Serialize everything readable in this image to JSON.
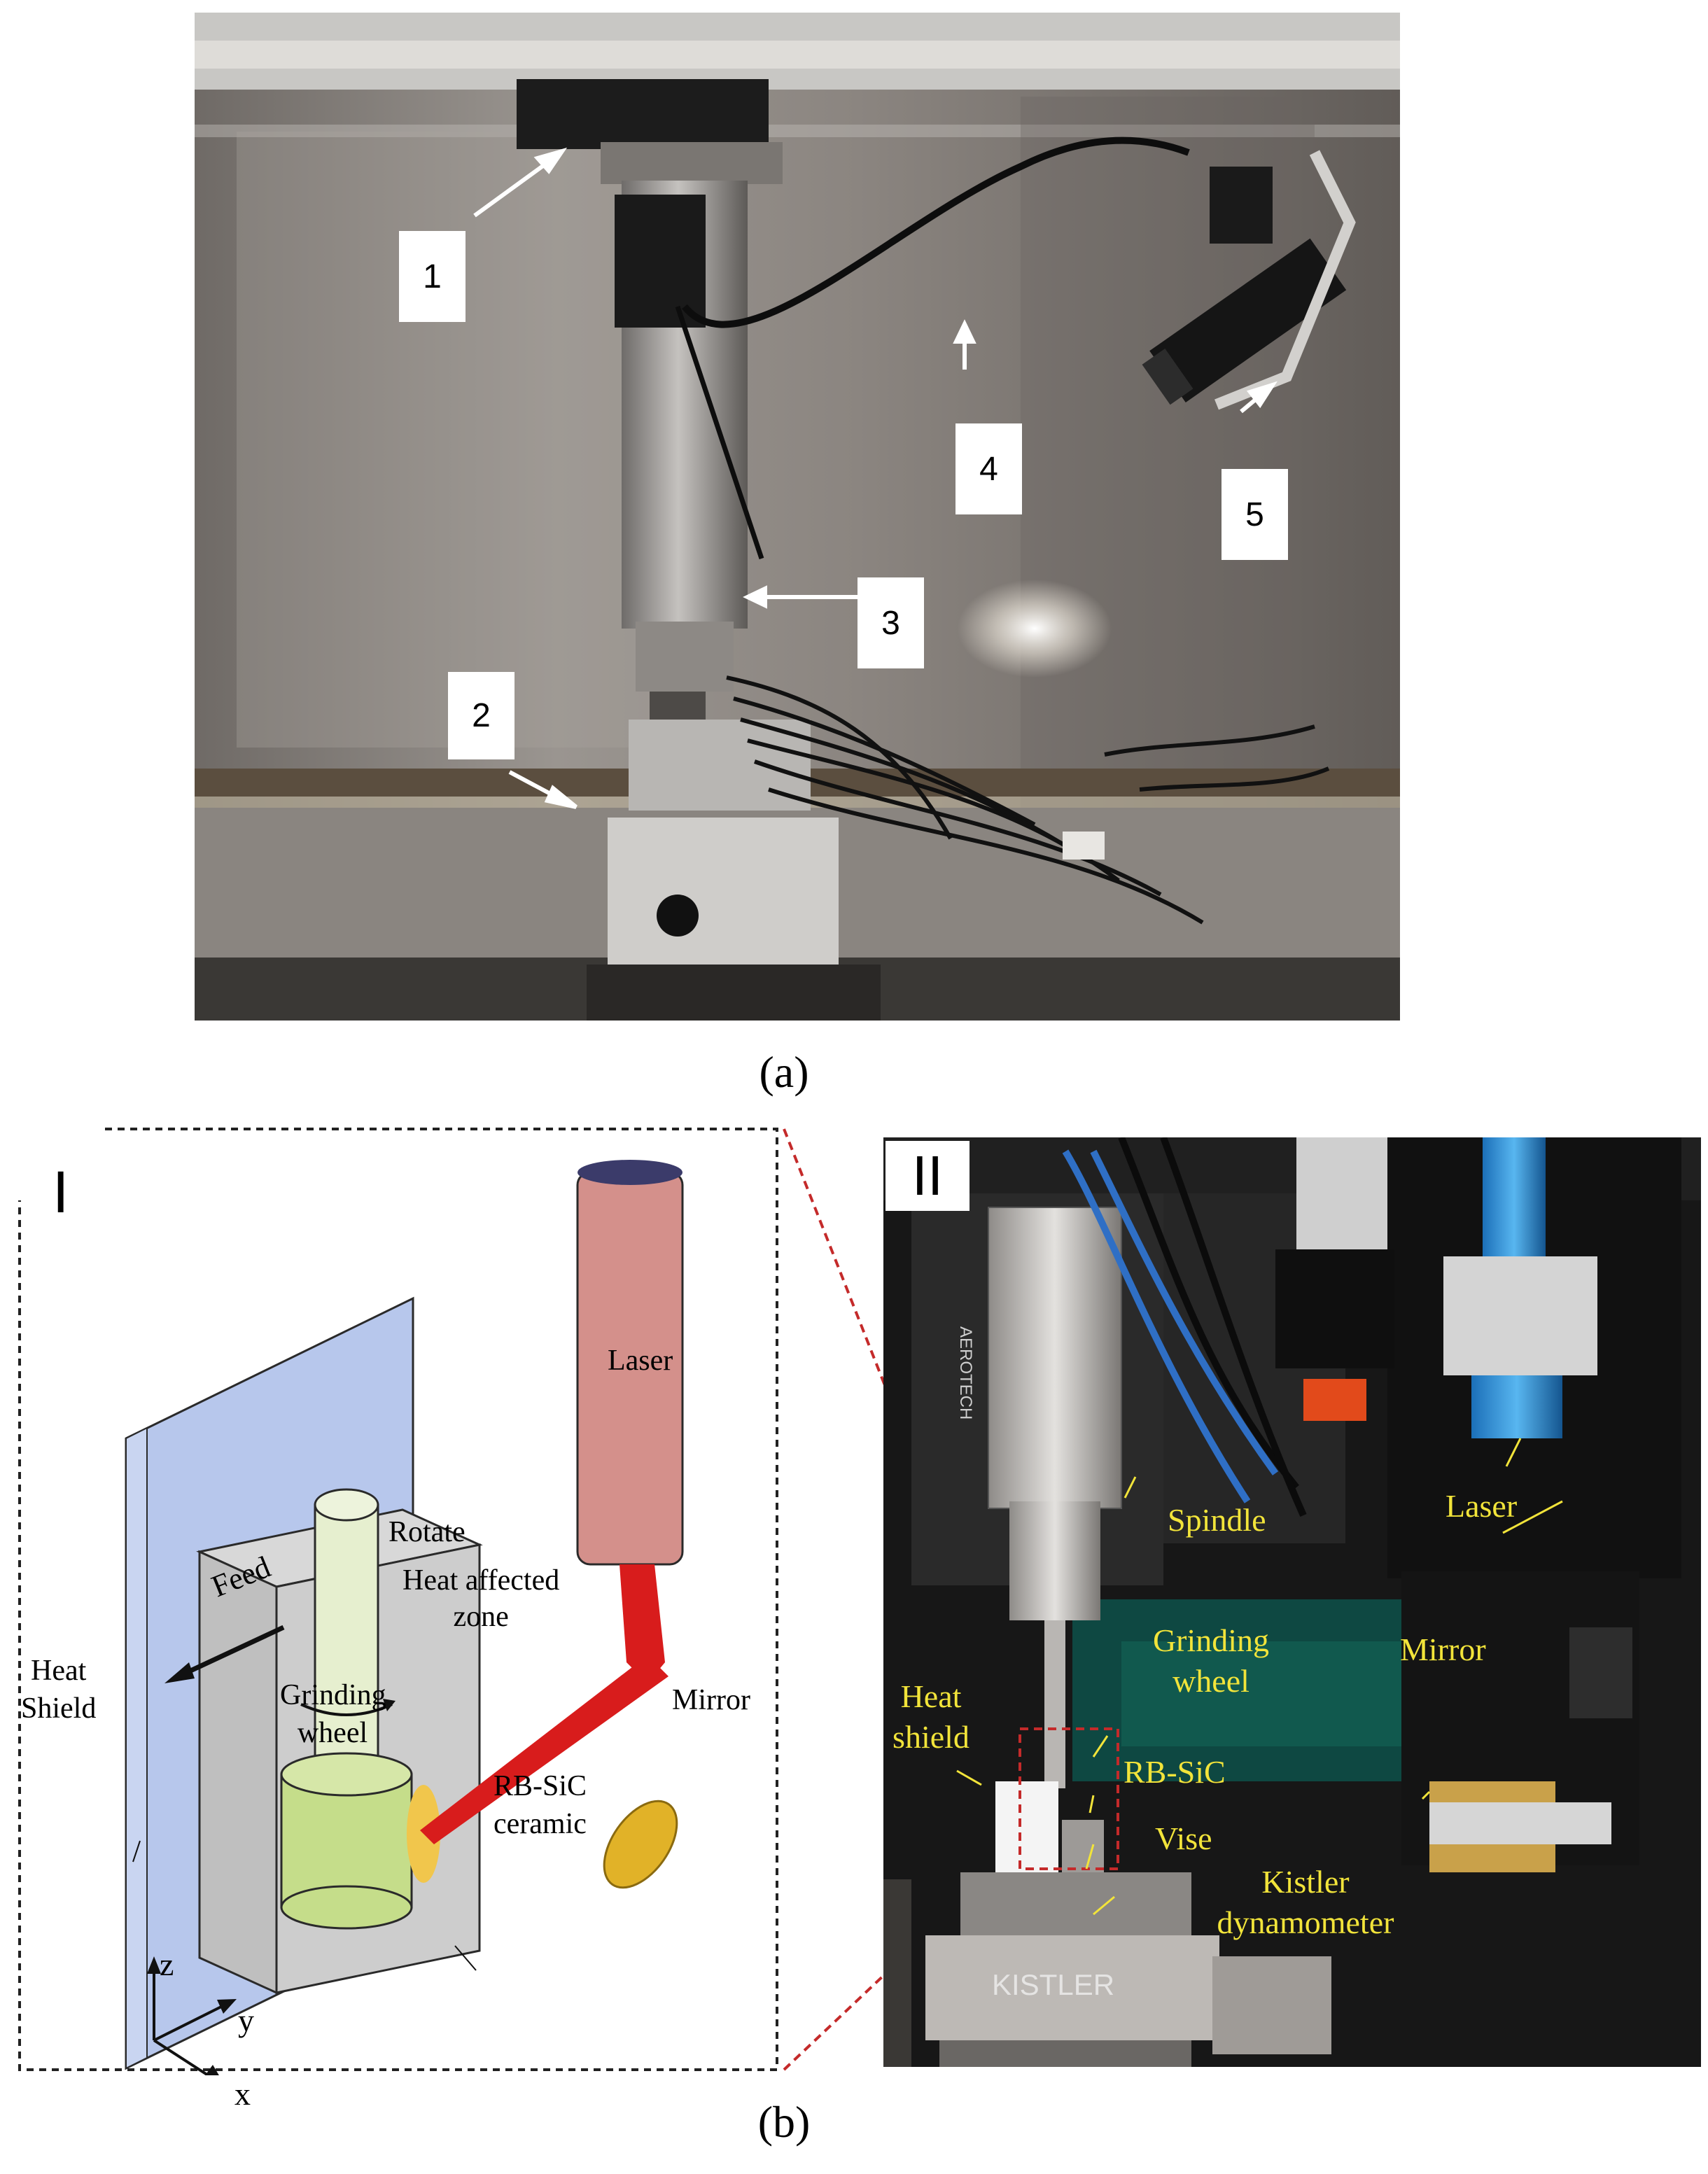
{
  "panel_a": {
    "caption": "(a)",
    "labels": [
      "1",
      "2",
      "3",
      "4",
      "5"
    ]
  },
  "panel_b": {
    "caption": "(b)",
    "schematic": {
      "roman": "I",
      "feed": "Feed",
      "rotate": "Rotate",
      "heat_affected_line1": "Heat affected",
      "heat_affected_line2": "zone",
      "laser": "Laser",
      "mirror": "Mirror",
      "grinding_line1": "Grinding",
      "grinding_line2": "wheel",
      "heat_shield_line1": "Heat",
      "heat_shield_line2": "Shield",
      "ceramic_line1": "RB-SiC",
      "ceramic_line2": "ceramic",
      "axis_z": "z",
      "axis_y": "y",
      "axis_x": "x"
    },
    "photo": {
      "roman": "II",
      "spindle": "Spindle",
      "laser": "Laser",
      "grinding_line1": "Grinding",
      "grinding_line2": "wheel",
      "mirror": "Mirror",
      "heat_shield_line1": "Heat",
      "heat_shield_line2": "shield",
      "rbsic": "RB-SiC",
      "vise": "Vise",
      "kistler_line1": "Kistler",
      "kistler_line2": "dynamometer",
      "brand_aerotech": "AEROTECH",
      "brand_kistler": "KISTLER"
    },
    "colors": {
      "label_yellow": "#f2e43a",
      "laser_red": "#d81c1c",
      "shield_blue": "#b7c7ec",
      "wheel_green": "#c5dd8a",
      "connector_red": "#c42a2a"
    }
  }
}
